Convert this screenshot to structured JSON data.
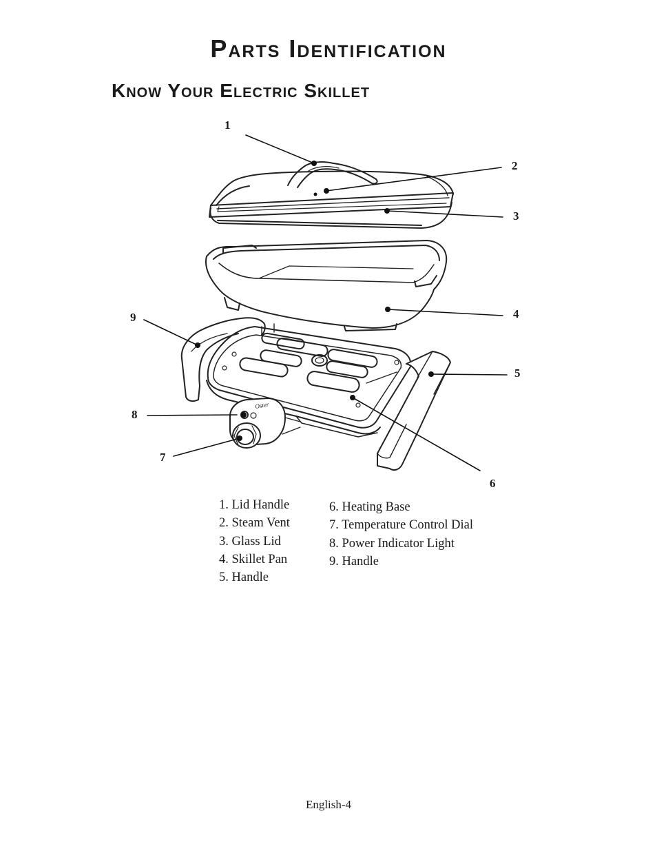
{
  "page": {
    "title": "Parts Identification",
    "subtitle": "Know Your Electric Skillet",
    "footer": "English-4"
  },
  "diagram": {
    "brand_mark": "Oster",
    "callouts": [
      "1",
      "2",
      "3",
      "4",
      "5",
      "6",
      "7",
      "8",
      "9"
    ]
  },
  "parts": {
    "column1": [
      "1. Lid Handle",
      "2. Steam Vent",
      "3. Glass Lid",
      "4. Skillet Pan",
      "5. Handle"
    ],
    "column2": [
      "6. Heating Base",
      "7. Temperature Control Dial",
      "8. Power Indicator Light",
      "9. Handle"
    ]
  }
}
